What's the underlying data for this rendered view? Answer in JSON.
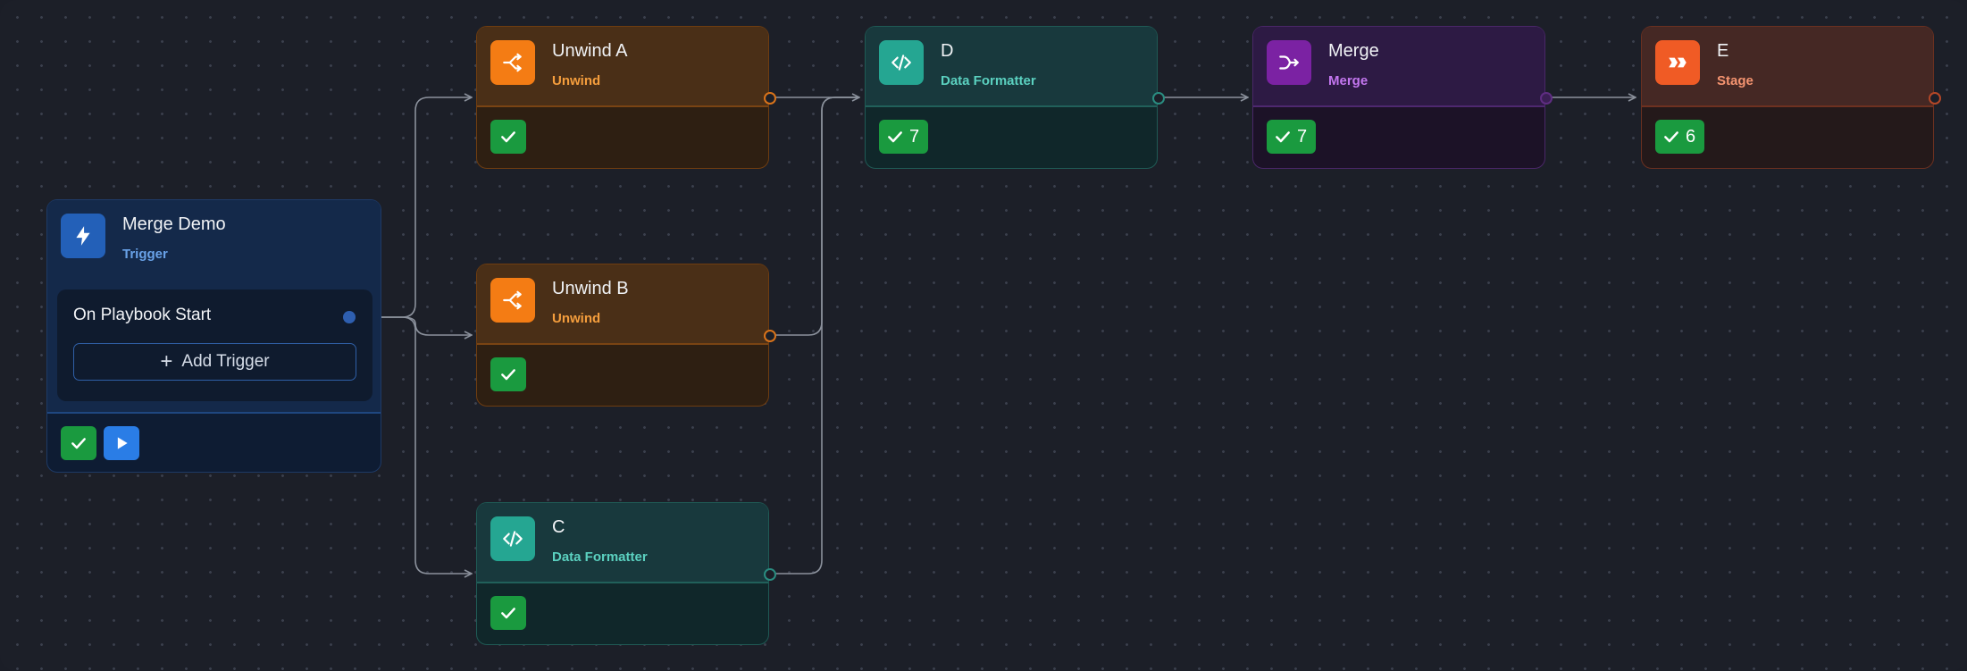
{
  "playbook": {
    "trigger_node": {
      "title": "Merge Demo",
      "type": "Trigger",
      "trigger_label": "On Playbook Start",
      "add_trigger_label": "Add Trigger",
      "icon": "bolt-icon"
    },
    "nodes": {
      "unwind_a": {
        "title": "Unwind A",
        "type": "Unwind",
        "icon": "shuffle-icon",
        "count": ""
      },
      "unwind_b": {
        "title": "Unwind B",
        "type": "Unwind",
        "icon": "shuffle-icon",
        "count": ""
      },
      "c": {
        "title": "C",
        "type": "Data Formatter",
        "icon": "code-icon",
        "count": ""
      },
      "d": {
        "title": "D",
        "type": "Data Formatter",
        "icon": "code-icon",
        "count": "7"
      },
      "merge": {
        "title": "Merge",
        "type": "Merge",
        "icon": "merge-icon",
        "count": "7"
      },
      "e": {
        "title": "E",
        "type": "Stage",
        "icon": "stage-icon",
        "count": "6"
      }
    }
  },
  "colors": {
    "canvas": "#1c1f28",
    "unwind": "#f47c14",
    "data_formatter": "#25a692",
    "merge": "#7b22a3",
    "stage": "#f05b25",
    "trigger": "#2360b8",
    "success": "#1a9a3f"
  }
}
